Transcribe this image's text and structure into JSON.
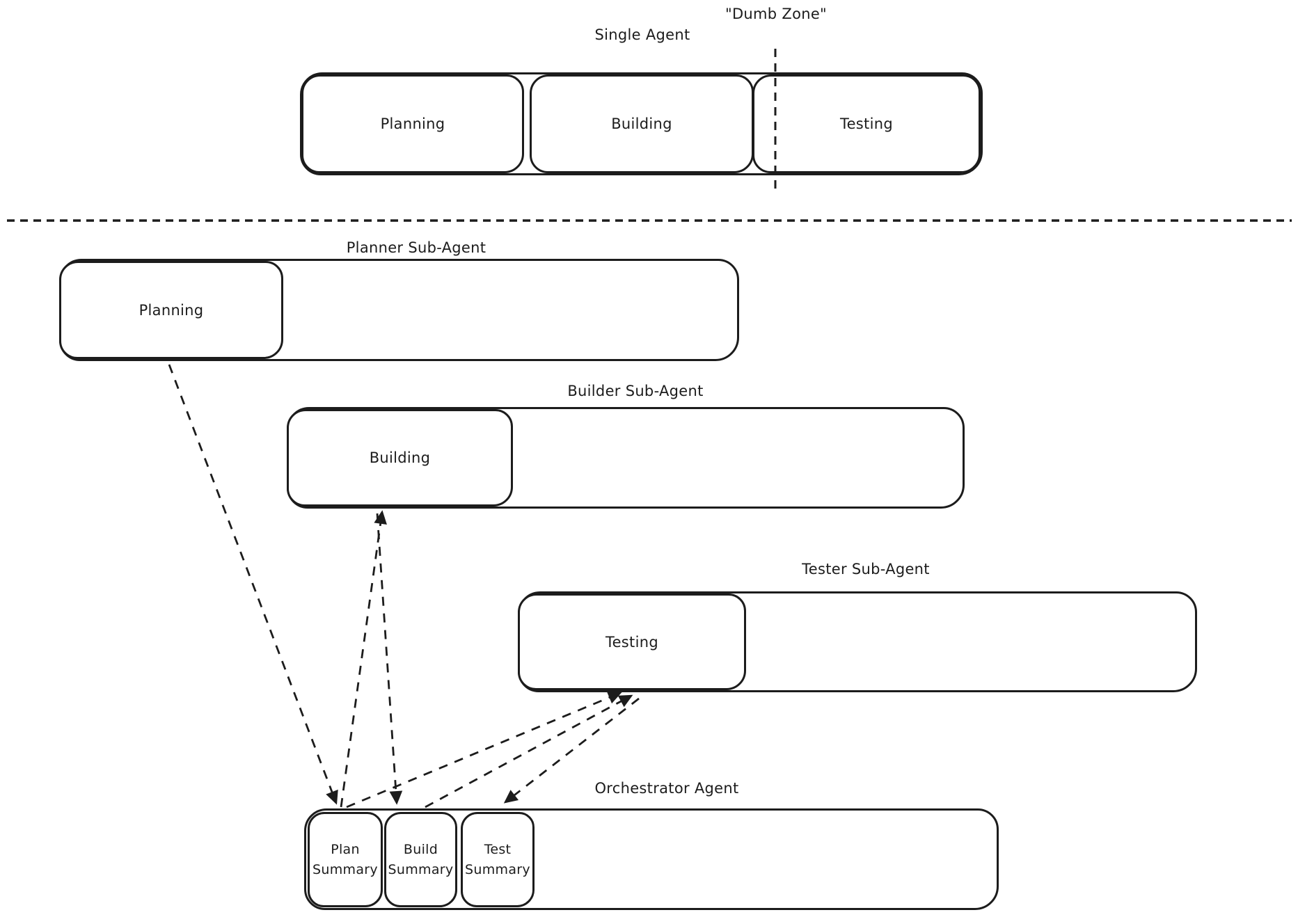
{
  "colors": {
    "ink": "#1c1c1c",
    "background": "#ffffff"
  },
  "top_section": {
    "title": "Single Agent",
    "dumb_zone_label": "\"Dumb Zone\"",
    "phases": [
      "Planning",
      "Building",
      "Testing"
    ]
  },
  "sub_agents": {
    "planner": {
      "title": "Planner Sub-Agent",
      "phase_label": "Planning"
    },
    "builder": {
      "title": "Builder Sub-Agent",
      "phase_label": "Building"
    },
    "tester": {
      "title": "Tester Sub-Agent",
      "phase_label": "Testing"
    }
  },
  "orchestrator": {
    "title": "Orchestrator Agent",
    "summaries": [
      "Plan Summary",
      "Build Summary",
      "Test Summary"
    ]
  }
}
